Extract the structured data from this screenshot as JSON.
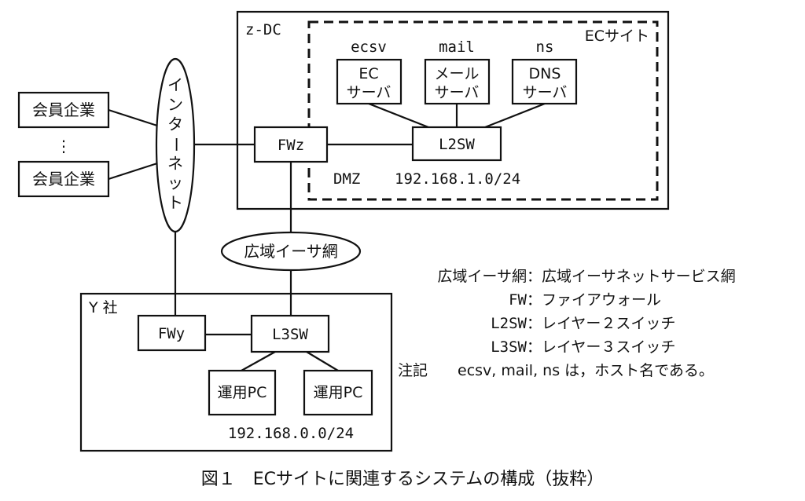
{
  "zdc": {
    "label": "z-DC"
  },
  "ec_site": {
    "label": "ECサイト"
  },
  "hosts": {
    "ecsv": "ecsv",
    "mail": "mail",
    "ns": "ns"
  },
  "servers": {
    "ec": {
      "line1": "EC",
      "line2": "サーバ"
    },
    "mail": {
      "line1": "メール",
      "line2": "サーバ"
    },
    "dns": {
      "line1": "DNS",
      "line2": "サーバ"
    }
  },
  "devices": {
    "l2sw": "L2SW",
    "fwz": "FWz",
    "fwy": "FWy",
    "l3sw": "L3SW",
    "pc1": "運用PC",
    "pc2": "運用PC"
  },
  "dmz": {
    "label": "DMZ",
    "subnet": "192.168.1.0/24"
  },
  "members": {
    "item1": "会員企業",
    "ellipsis": "⋮",
    "item2": "会員企業"
  },
  "internet": {
    "chars": [
      "イ",
      "ン",
      "タ",
      "ー",
      "ネ",
      "ッ",
      "ト"
    ]
  },
  "wide_ether": {
    "label": "広域イーサ網"
  },
  "y_company": {
    "label": "Y 社",
    "subnet": "192.168.0.0/24"
  },
  "legend": {
    "items": [
      {
        "term": "広域イーサ網",
        "def": "：広域イーサネットサービス網"
      },
      {
        "term": "FW",
        "def": "：ファイアウォール"
      },
      {
        "term": "L2SW",
        "def": "：レイヤー２スイッチ"
      },
      {
        "term": "L3SW",
        "def": "：レイヤー３スイッチ"
      }
    ],
    "note_label": "注記",
    "note_text": "ecsv, mail, ns は，ホスト名である。"
  },
  "caption": "図１　ECサイトに関連するシステムの構成（抜粋）"
}
